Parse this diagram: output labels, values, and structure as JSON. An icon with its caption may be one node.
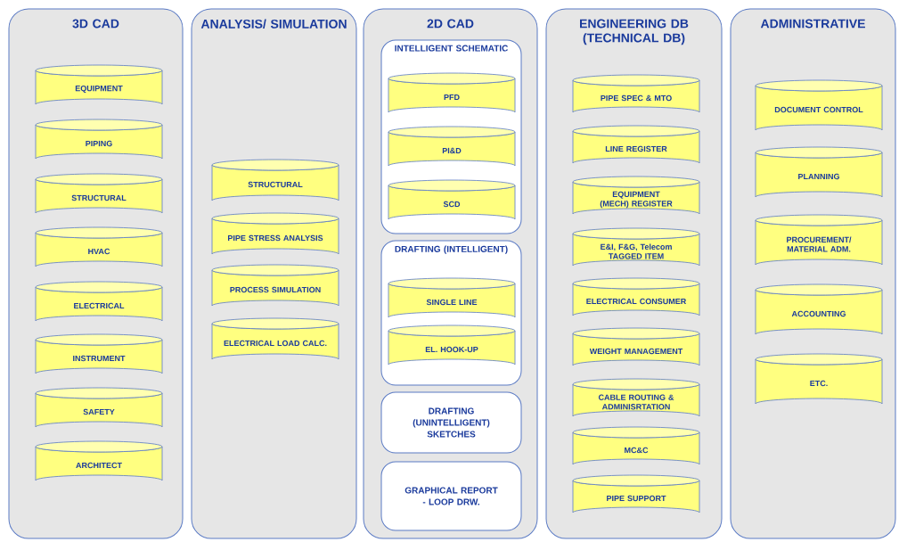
{
  "diagram": {
    "nodes": [
      {
        "text": [
          "3D CAD"
        ]
      },
      {
        "text": [
          "EQUIPMENT"
        ],
        "in": 0
      },
      {
        "text": [
          "PIPING"
        ],
        "in": 0
      },
      {
        "text": [
          "STRUCTURAL"
        ],
        "in": 0
      },
      {
        "text": [
          "HVAC"
        ],
        "in": 0
      },
      {
        "text": [
          "ELECTRICAL"
        ],
        "in": 0
      },
      {
        "text": [
          "INSTRUMENT"
        ],
        "in": 0
      },
      {
        "text": [
          "SAFETY"
        ],
        "in": 0
      },
      {
        "text": [
          "ARCHITECT"
        ],
        "in": 0
      },
      {
        "text": [
          "ANALYSIS/ SIMULATION"
        ]
      },
      {
        "text": [
          "STRUCTURAL"
        ],
        "in": 9
      },
      {
        "text": [
          "PIPE STRESS ANALYSIS"
        ],
        "in": 9
      },
      {
        "text": [
          "PROCESS SIMULATION"
        ],
        "in": 9
      },
      {
        "text": [
          "ELECTRICAL LOAD CALC."
        ],
        "in": 9
      },
      {
        "text": [
          "2D CAD"
        ]
      },
      {
        "text": [
          "INTELLIGENT SCHEMATIC"
        ],
        "in": 14
      },
      {
        "text": [
          "PFD"
        ],
        "in": 15
      },
      {
        "text": [
          "PI&D"
        ],
        "in": 15
      },
      {
        "text": [
          "SCD"
        ],
        "in": 15
      },
      {
        "text": [
          "DRAFTING (INTELLIGENT)"
        ],
        "in": 14
      },
      {
        "text": [
          "SINGLE LINE"
        ],
        "in": 19
      },
      {
        "text": [
          "EL. HOOK-UP"
        ],
        "in": 19
      },
      {
        "text": [
          "DRAFTING (UNINTELLIGENT) SKETCHES"
        ],
        "in": 14
      },
      {
        "text": [
          "GRAPHICAL REPORT - LOOP DRW."
        ],
        "in": 14
      },
      {
        "text": [
          "ENGINEERING DB (TECHNICAL DB)"
        ]
      },
      {
        "text": [
          "PIPE SPEC & MTO"
        ],
        "in": 24
      },
      {
        "text": [
          "LINE REGISTER"
        ],
        "in": 24
      },
      {
        "text": [
          "EQUIPMENT (MECH) REGISTER"
        ],
        "in": 24
      },
      {
        "text": [
          "E&I, F&G, Telecom TAGGED ITEM"
        ],
        "in": 24
      },
      {
        "text": [
          "ELECTRICAL CONSUMER"
        ],
        "in": 24
      },
      {
        "text": [
          "WEIGHT MANAGEMENT"
        ],
        "in": 24
      },
      {
        "text": [
          "CABLE ROUTING & ADMINISRTATION"
        ],
        "in": 24
      },
      {
        "text": [
          "MC&C"
        ],
        "in": 24
      },
      {
        "text": [
          "PIPE SUPPORT"
        ],
        "in": 24
      },
      {
        "text": [
          "ADMINISTRATIVE"
        ]
      },
      {
        "text": [
          "DOCUMENT CONTROL"
        ],
        "in": 34
      },
      {
        "text": [
          "PLANNING"
        ],
        "in": 34
      },
      {
        "text": [
          "PROCUREMENT/ MATERIAL ADM."
        ],
        "in": 34
      },
      {
        "text": [
          "ACCOUNTING"
        ],
        "in": 34
      },
      {
        "text": [
          "ETC."
        ],
        "in": 34
      }
    ]
  }
}
